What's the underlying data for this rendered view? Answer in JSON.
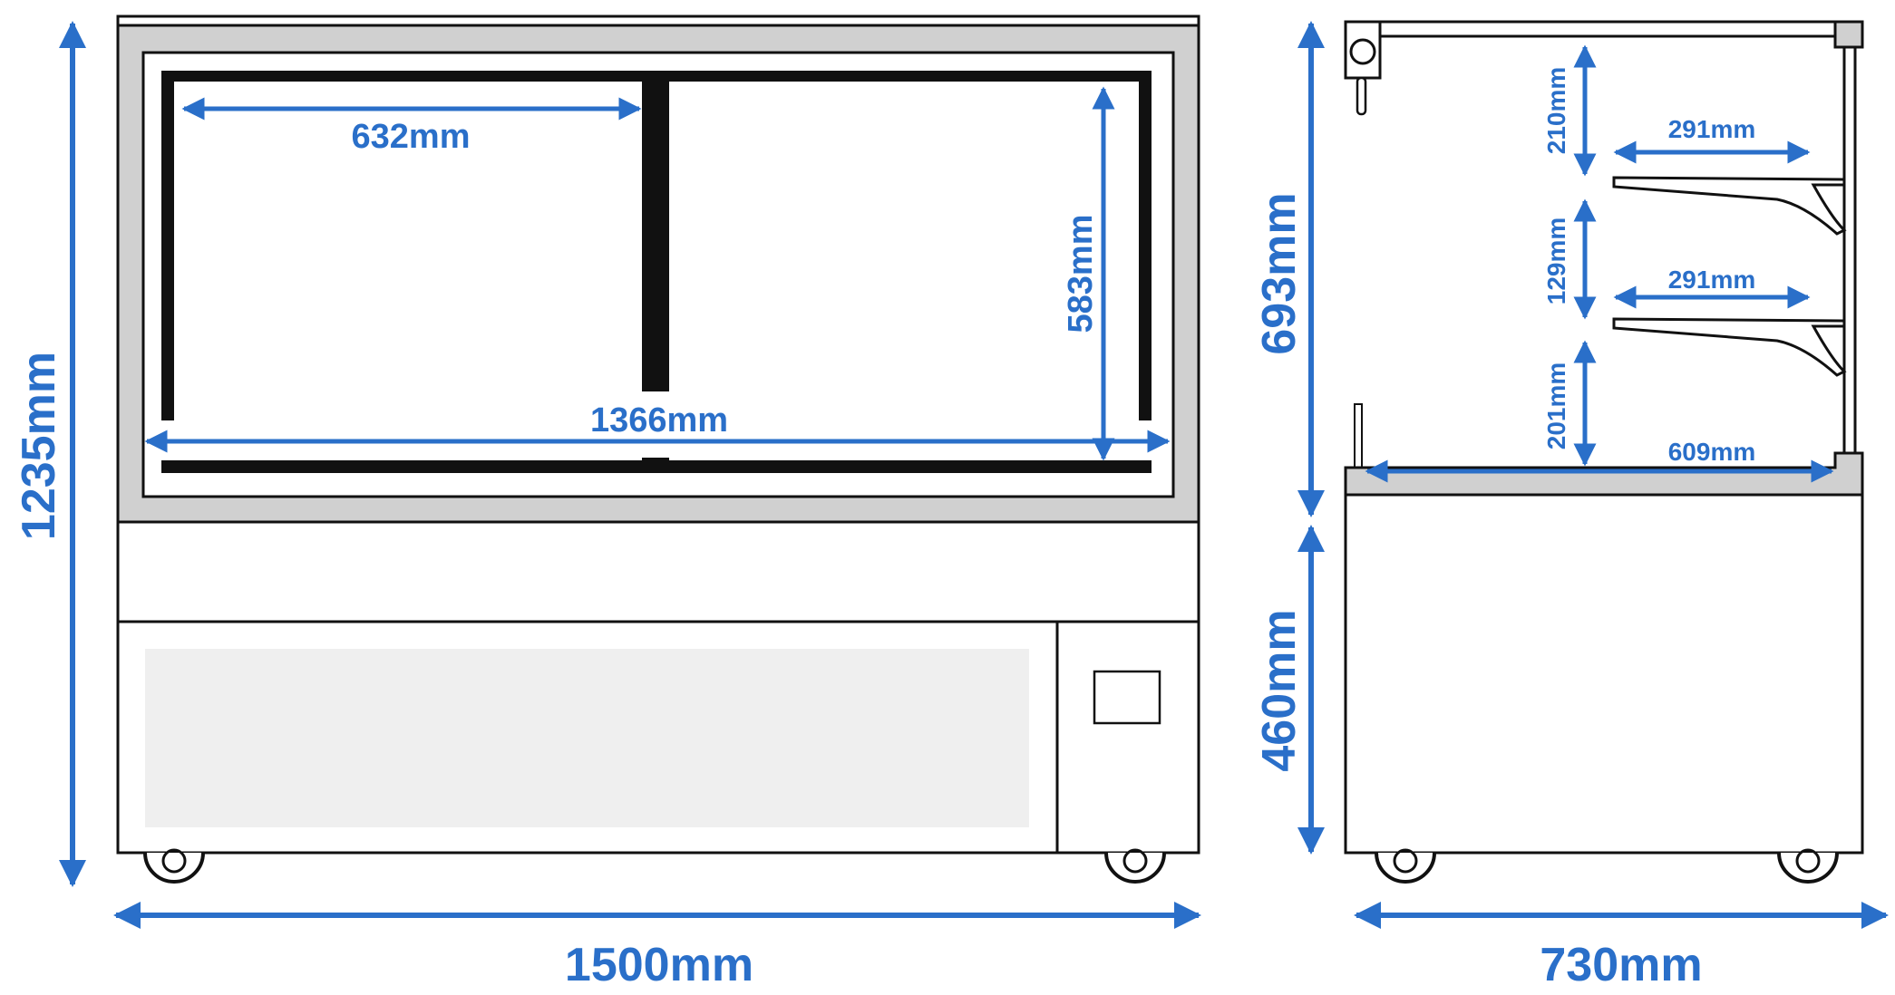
{
  "colors": {
    "dimension": "#2a6fc9",
    "outline": "#111111",
    "frame_fill": "#d0d0d0",
    "panel_fill": "#efefef",
    "background": "#ffffff"
  },
  "front_view": {
    "overall_width": "1500mm",
    "overall_height": "1235mm",
    "inner_width": "1366mm",
    "door_width": "632mm",
    "inner_height": "583mm"
  },
  "side_view": {
    "overall_depth": "730mm",
    "display_height": "693mm",
    "base_height": "460mm",
    "top_gap": "210mm",
    "middle_gap": "129mm",
    "bottom_gap": "201mm",
    "upper_shelf_depth": "291mm",
    "lower_shelf_depth": "291mm",
    "base_depth": "609mm"
  }
}
